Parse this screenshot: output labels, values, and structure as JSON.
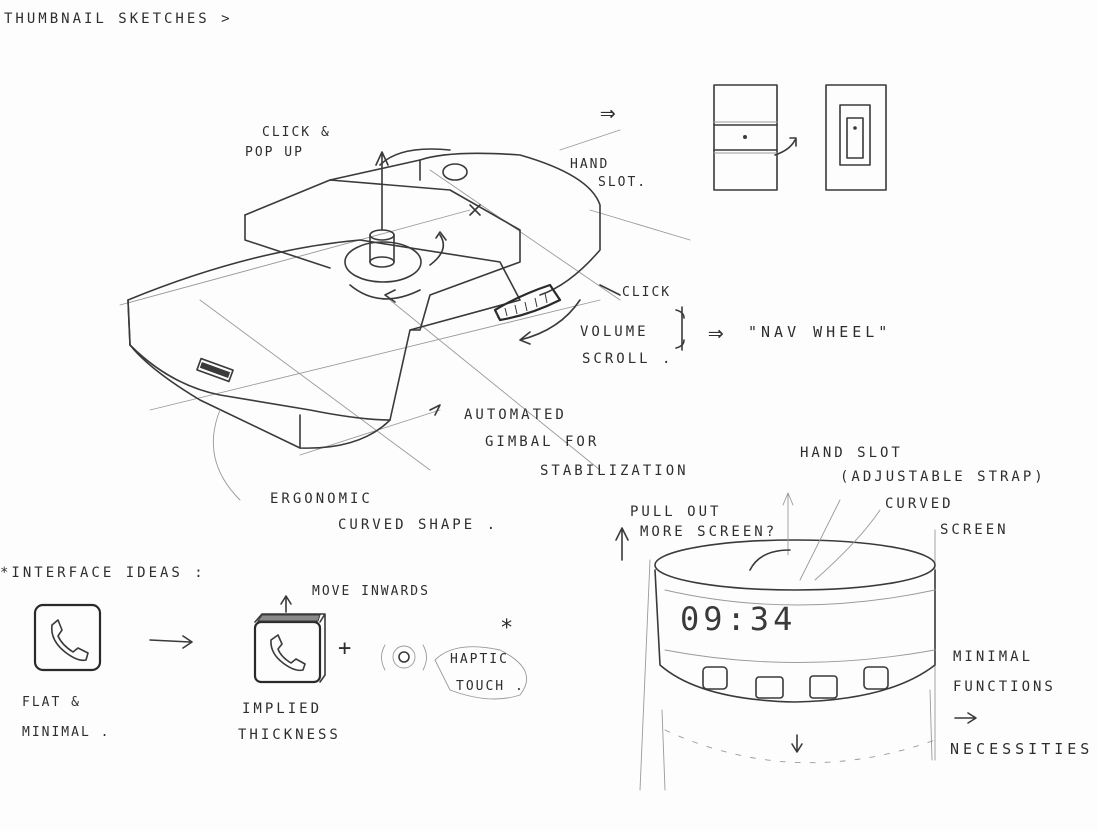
{
  "header": {
    "title": "THUMBNAIL SKETCHES >"
  },
  "device_sketch": {
    "click_popup": [
      "CLICK &",
      "POP UP"
    ],
    "hand_slot": [
      "HAND",
      "SLOT."
    ],
    "click": "CLICK",
    "volume_scroll": [
      "VOLUME",
      "SCROLL ."
    ],
    "nav_wheel": "\"NAV WHEEL\"",
    "gimbal": [
      "AUTOMATED",
      "GIMBAL FOR",
      "STABILIZATION"
    ],
    "ergonomic": [
      "ERGONOMIC",
      "CURVED SHAPE ."
    ],
    "arrow_glyph": "⇒"
  },
  "interface_ideas": {
    "heading": "*INTERFACE IDEAS :",
    "flat": [
      "FLAT &",
      "MINIMAL ."
    ],
    "move_inwards": "MOVE INWARDS",
    "implied": [
      "IMPLIED",
      "THICKNESS"
    ],
    "plus": "+",
    "star": "*",
    "haptic": [
      "HAPTIC",
      "TOUCH ."
    ]
  },
  "wrist_sketch": {
    "hand_slot": [
      "HAND SLOT",
      "(ADJUSTABLE STRAP)"
    ],
    "pull_out": [
      "PULL OUT",
      "MORE SCREEN?"
    ],
    "curved_screen": [
      "CURVED",
      "SCREEN"
    ],
    "clock": "09:34",
    "minimal": [
      "MINIMAL",
      "FUNCTIONS"
    ],
    "arrow_down": "→",
    "necessities": "NECESSITIES"
  },
  "colors": {
    "ink": "#3a3a3a",
    "paper": "#fdfdfd",
    "light_ink": "#9a9a9a"
  }
}
